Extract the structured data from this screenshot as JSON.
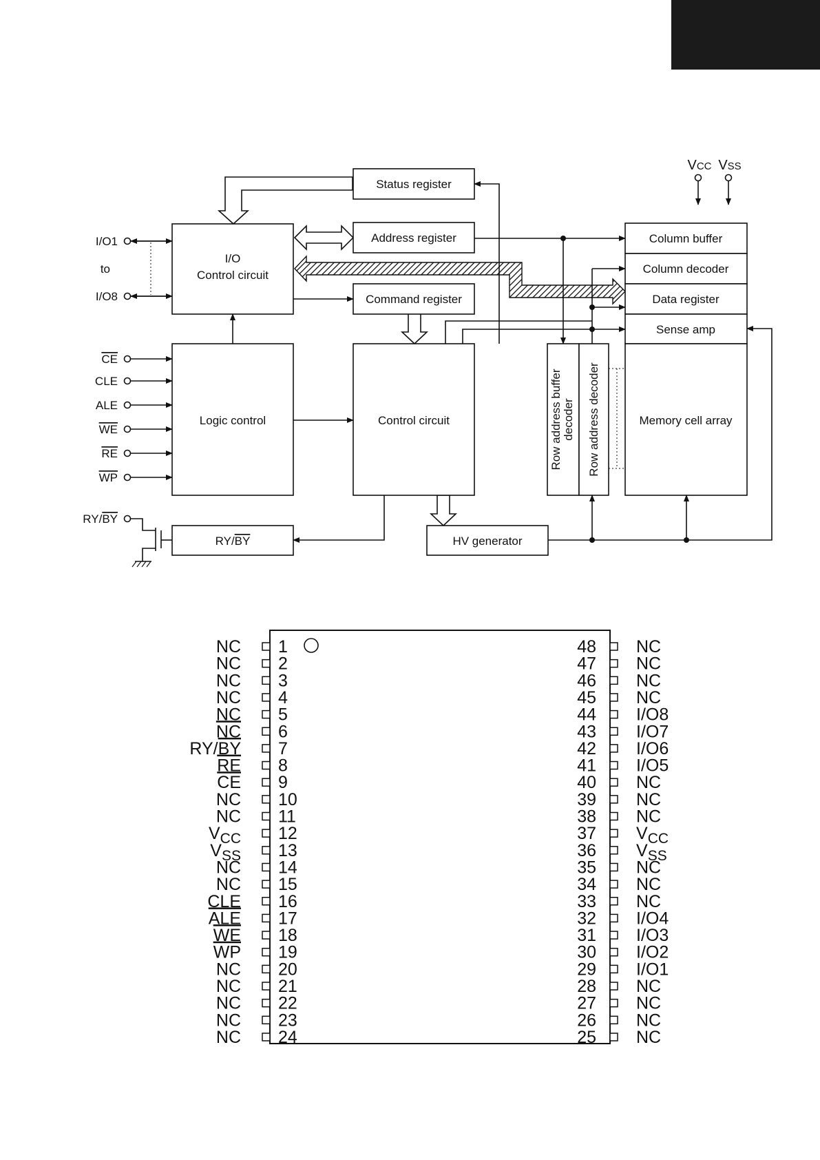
{
  "block_diagram": {
    "blocks": {
      "status_register": "Status register",
      "address_register": "Address register",
      "command_register": "Command register",
      "io_control_line1": "I/O",
      "io_control_line2": "Control circuit",
      "logic_control": "Logic control",
      "control_circuit": "Control circuit",
      "column_buffer": "Column buffer",
      "column_decoder": "Column decoder",
      "data_register": "Data register",
      "sense_amp": "Sense amp",
      "memory_cell_array": "Memory cell array",
      "row_address_buffer_line1": "Row address buffer",
      "row_address_buffer_line2": "decoder",
      "row_address_decoder": "Row address decoder",
      "ry_by_block_a": "RY",
      "ry_by_block_sep": "/",
      "ry_by_block_b": "BY",
      "hv_generator": "HV generator"
    },
    "signals": {
      "io1": "I/O1",
      "to": "to",
      "io8": "I/O8",
      "ce": "CE",
      "cle": "CLE",
      "ale": "ALE",
      "we": "WE",
      "re": "RE",
      "wp": "WP",
      "ry_by_a": "RY",
      "ry_by_sep": "/",
      "ry_by_b": "BY",
      "vcc_main": "V",
      "vcc_sub": "CC",
      "vss_main": "V",
      "vss_sub": "SS"
    }
  },
  "pinout": {
    "left_pins": [
      {
        "num": "1",
        "label": "NC",
        "overline": false
      },
      {
        "num": "2",
        "label": "NC",
        "overline": false
      },
      {
        "num": "3",
        "label": "NC",
        "overline": false
      },
      {
        "num": "4",
        "label": "NC",
        "overline": false
      },
      {
        "num": "5",
        "label": "NC",
        "overline": false
      },
      {
        "num": "6",
        "label": "NC",
        "overline": true
      },
      {
        "num": "7",
        "label": "RY/BY",
        "overline": false,
        "bar_part": "BY"
      },
      {
        "num": "8",
        "label": "RE",
        "overline": true
      },
      {
        "num": "9",
        "label": "CE",
        "overline": true
      },
      {
        "num": "10",
        "label": "NC",
        "overline": false
      },
      {
        "num": "11",
        "label": "NC",
        "overline": false
      },
      {
        "num": "12",
        "label": "VCC",
        "sub": true
      },
      {
        "num": "13",
        "label": "VSS",
        "sub": true
      },
      {
        "num": "14",
        "label": "NC",
        "overline": false
      },
      {
        "num": "15",
        "label": "NC",
        "overline": false
      },
      {
        "num": "16",
        "label": "CLE",
        "overline": false
      },
      {
        "num": "17",
        "label": "ALE",
        "overline": true
      },
      {
        "num": "18",
        "label": "WE",
        "overline": true
      },
      {
        "num": "19",
        "label": "WP",
        "overline": true
      },
      {
        "num": "20",
        "label": "NC",
        "overline": false
      },
      {
        "num": "21",
        "label": "NC",
        "overline": false
      },
      {
        "num": "22",
        "label": "NC",
        "overline": false
      },
      {
        "num": "23",
        "label": "NC",
        "overline": false
      },
      {
        "num": "24",
        "label": "NC",
        "overline": false
      }
    ],
    "right_pins": [
      {
        "num": "48",
        "label": "NC"
      },
      {
        "num": "47",
        "label": "NC"
      },
      {
        "num": "46",
        "label": "NC"
      },
      {
        "num": "45",
        "label": "NC"
      },
      {
        "num": "44",
        "label": "I/O8"
      },
      {
        "num": "43",
        "label": "I/O7"
      },
      {
        "num": "42",
        "label": "I/O6"
      },
      {
        "num": "41",
        "label": "I/O5"
      },
      {
        "num": "40",
        "label": "NC"
      },
      {
        "num": "39",
        "label": "NC"
      },
      {
        "num": "38",
        "label": "NC"
      },
      {
        "num": "37",
        "label": "VCC",
        "sub": true
      },
      {
        "num": "36",
        "label": "VSS",
        "sub": true
      },
      {
        "num": "35",
        "label": "NC"
      },
      {
        "num": "34",
        "label": "NC"
      },
      {
        "num": "33",
        "label": "NC"
      },
      {
        "num": "32",
        "label": "I/O4"
      },
      {
        "num": "31",
        "label": "I/O3"
      },
      {
        "num": "30",
        "label": "I/O2"
      },
      {
        "num": "29",
        "label": "I/O1"
      },
      {
        "num": "28",
        "label": "NC"
      },
      {
        "num": "27",
        "label": "NC"
      },
      {
        "num": "26",
        "label": "NC"
      },
      {
        "num": "25",
        "label": "NC"
      }
    ]
  }
}
